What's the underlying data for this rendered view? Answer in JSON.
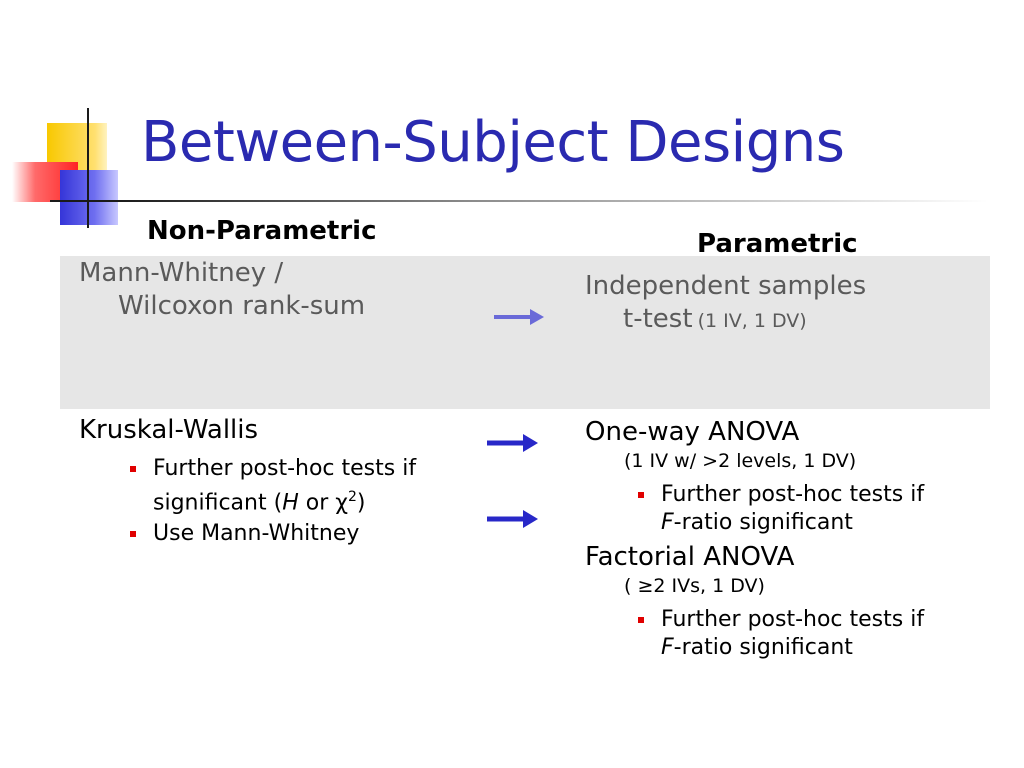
{
  "slide": {
    "title": "Between-Subject Designs",
    "header_nonparametric": "Non-Parametric",
    "header_parametric": "Parametric"
  },
  "row1": {
    "left_line1": "Mann-Whitney /",
    "left_line2": "Wilcoxon rank-sum",
    "right_line1": "Independent samples",
    "right_line2": "t-test",
    "right_paren": "(1 IV, 1 DV)"
  },
  "row2": {
    "left_title": "Kruskal-Wallis",
    "left_bullet1_a": "Further post-hoc tests if",
    "left_bullet1_b_pre": "significant (",
    "left_bullet1_b_h": "H",
    "left_bullet1_b_or": " or ",
    "left_bullet1_b_chi": "χ",
    "left_bullet1_b_sup": "2",
    "left_bullet1_b_post": ")",
    "left_bullet2": "Use Mann-Whitney",
    "right_oneway_title": "One-way ANOVA",
    "right_oneway_paren": "(1 IV w/ >2 levels, 1 DV)",
    "right_oneway_bullet_a": "Further post-hoc tests if",
    "right_oneway_bullet_b_f": "F",
    "right_oneway_bullet_b_rest": "-ratio significant",
    "right_factorial_title": "Factorial ANOVA",
    "right_factorial_paren": "( ≥2 IVs, 1 DV)",
    "right_factorial_bullet_a": "Further post-hoc tests if",
    "right_factorial_bullet_b_f": "F",
    "right_factorial_bullet_b_rest": "-ratio significant"
  },
  "colors": {
    "title": "#2a2ab0",
    "arrow_light": "#6a6ad8",
    "arrow_dark": "#2828c8",
    "bullet": "#e00000",
    "band": "#e6e6e6"
  },
  "icons": [
    "arrow-right-icon",
    "bullet-square-icon"
  ]
}
